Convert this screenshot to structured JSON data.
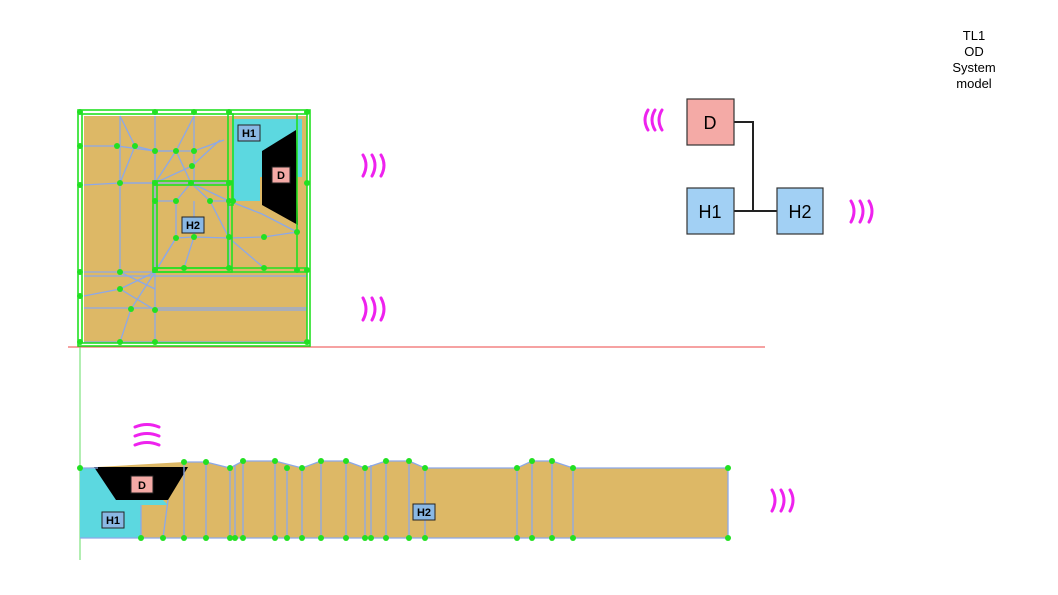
{
  "caption": "TL1\nOD\nSystem\nmodel",
  "labels": {
    "door": "D",
    "hall1": "H1",
    "hall2": "H2"
  },
  "colors": {
    "floor": "#DDB866",
    "cyan_region": "#5CD8E0",
    "door_fill": "#000000",
    "mesh_line": "#8CA8E8",
    "mesh_node": "#22E022",
    "outline": "#22E022",
    "door_box": "#F4AAA6",
    "hall_box": "#A2D0F4",
    "box_border": "#333333",
    "wave": "#EE22EE",
    "axis_red": "#EE4444",
    "axis_green": "#66DD66"
  },
  "icons": [
    "wave-right-icon",
    "wave-left-icon",
    "wave-up-icon"
  ]
}
